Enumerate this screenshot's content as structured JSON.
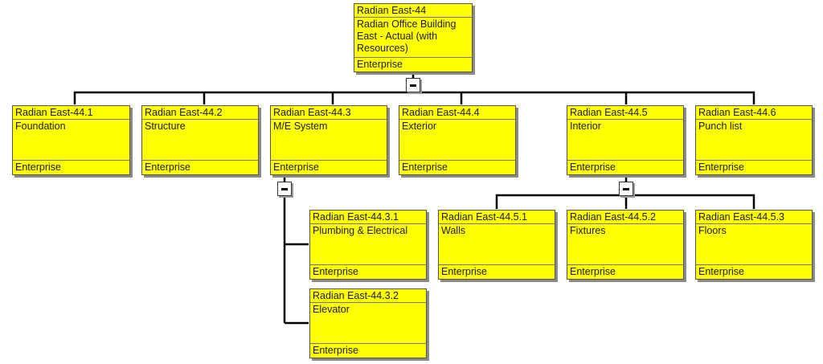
{
  "footer_label": "Enterprise",
  "colors": {
    "node_fill": "#ffff00",
    "line": "#000000"
  },
  "wbs": {
    "root": {
      "id": "Radian East-44",
      "name": "Radian Office Building East - Actual (with Resources)",
      "footer": "Enterprise"
    },
    "children": [
      {
        "id": "Radian East-44.1",
        "name": "Foundation",
        "footer": "Enterprise"
      },
      {
        "id": "Radian East-44.2",
        "name": "Structure",
        "footer": "Enterprise"
      },
      {
        "id": "Radian East-44.3",
        "name": "M/E System",
        "footer": "Enterprise",
        "children": [
          {
            "id": "Radian East-44.3.1",
            "name": "Plumbing & Electrical",
            "footer": "Enterprise"
          },
          {
            "id": "Radian East-44.3.2",
            "name": "Elevator",
            "footer": "Enterprise"
          }
        ]
      },
      {
        "id": "Radian East-44.4",
        "name": "Exterior",
        "footer": "Enterprise"
      },
      {
        "id": "Radian East-44.5",
        "name": "Interior",
        "footer": "Enterprise",
        "children": [
          {
            "id": "Radian East-44.5.1",
            "name": "Walls",
            "footer": "Enterprise"
          },
          {
            "id": "Radian East-44.5.2",
            "name": "Fixtures",
            "footer": "Enterprise"
          },
          {
            "id": "Radian East-44.5.3",
            "name": "Floors",
            "footer": "Enterprise"
          }
        ]
      },
      {
        "id": "Radian East-44.6",
        "name": "Punch list",
        "footer": "Enterprise"
      }
    ]
  }
}
